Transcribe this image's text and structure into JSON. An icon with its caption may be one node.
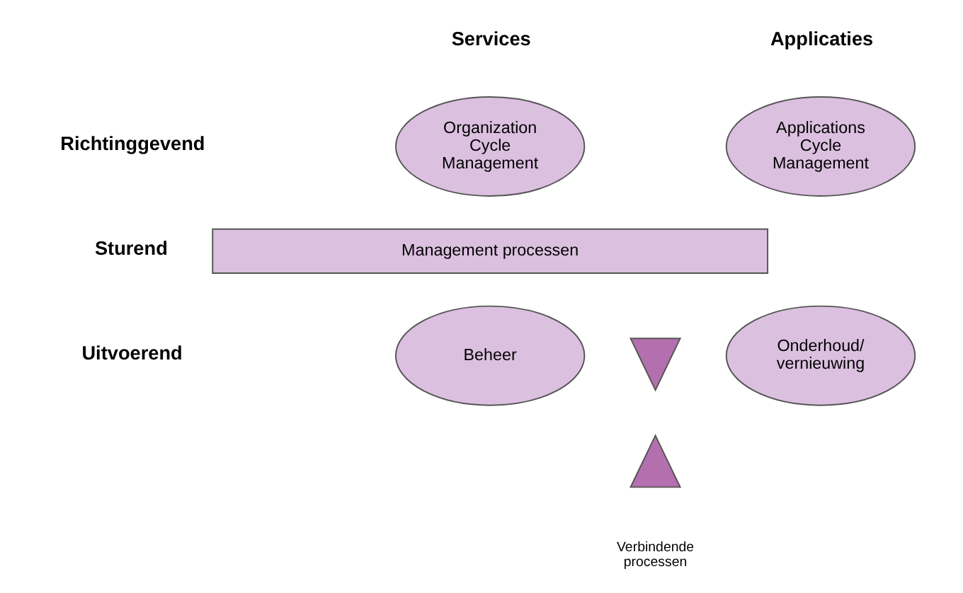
{
  "diagram": {
    "nodes": [
      {
        "text": [
          "Organization Cycle Management"
        ]
      },
      {
        "text": [
          "Applications Cycle Management"
        ]
      },
      {
        "text": [
          "Management processen"
        ]
      },
      {
        "text": [
          "Beheer"
        ]
      },
      {
        "text": [
          "Onderhoud/ vernieuwing"
        ]
      },
      {
        "text": [],
        "shape": "triangle"
      },
      {
        "text": [],
        "shape": "triangle",
        "beside": [
          "Verbindende processen"
        ]
      }
    ],
    "labels": [
      "Services",
      "Applicaties",
      "Richtinggevend",
      "Sturend",
      "Uitvoerend"
    ]
  }
}
